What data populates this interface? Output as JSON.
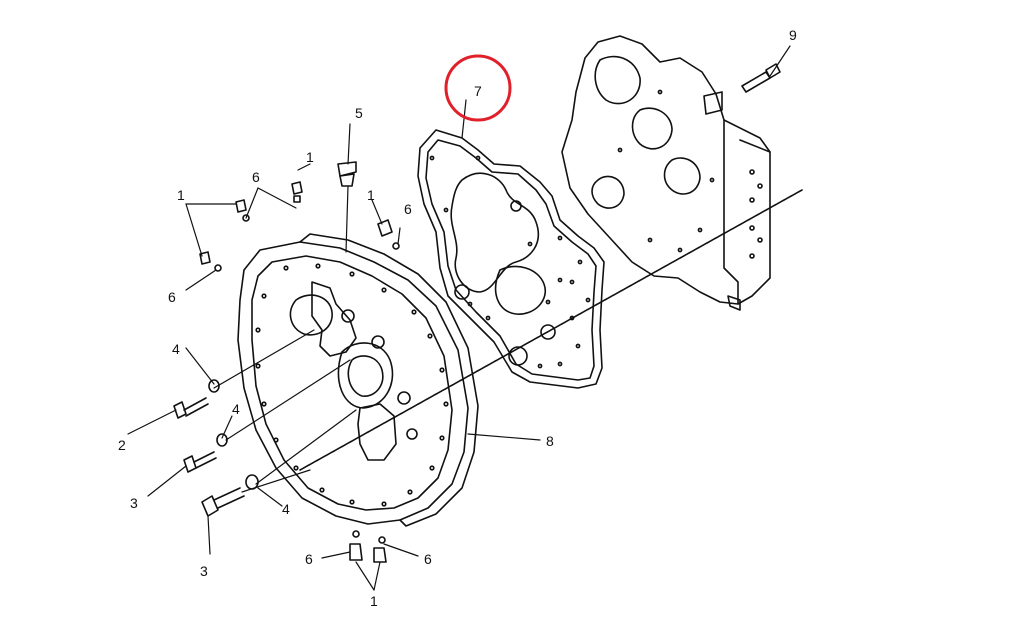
{
  "diagram": {
    "callouts": {
      "c9": "9",
      "c7": "7",
      "c5": "5",
      "c1_top": "1",
      "c6_top": "6",
      "c1_left": "1",
      "c1_mid": "1",
      "c6_mid": "6",
      "c6_left": "6",
      "c4_upper": "4",
      "c2": "2",
      "c4_mid": "4",
      "c3_mid": "3",
      "c4_low": "4",
      "c3_low": "3",
      "c8": "8",
      "c6_bl": "6",
      "c6_br": "6",
      "c1_bottom": "1"
    },
    "colors": {
      "line": "#111111",
      "highlight": "#e0202a"
    }
  }
}
